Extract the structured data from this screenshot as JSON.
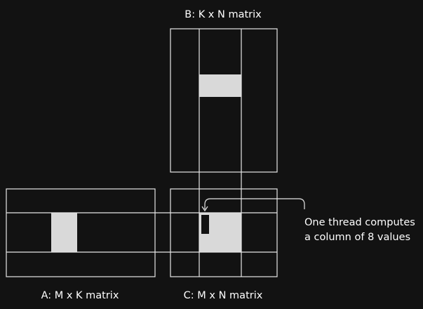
{
  "matrix_b": {
    "label": "B: K x N matrix"
  },
  "matrix_a": {
    "label": "A: M x K matrix"
  },
  "matrix_c": {
    "label": "C: M x N matrix"
  },
  "annotation": {
    "line1": "One thread computes",
    "line2": "a column of 8 values"
  },
  "colors": {
    "background": "#121212",
    "outline": "#e6e6e6",
    "highlight": "#d9d9d9"
  }
}
